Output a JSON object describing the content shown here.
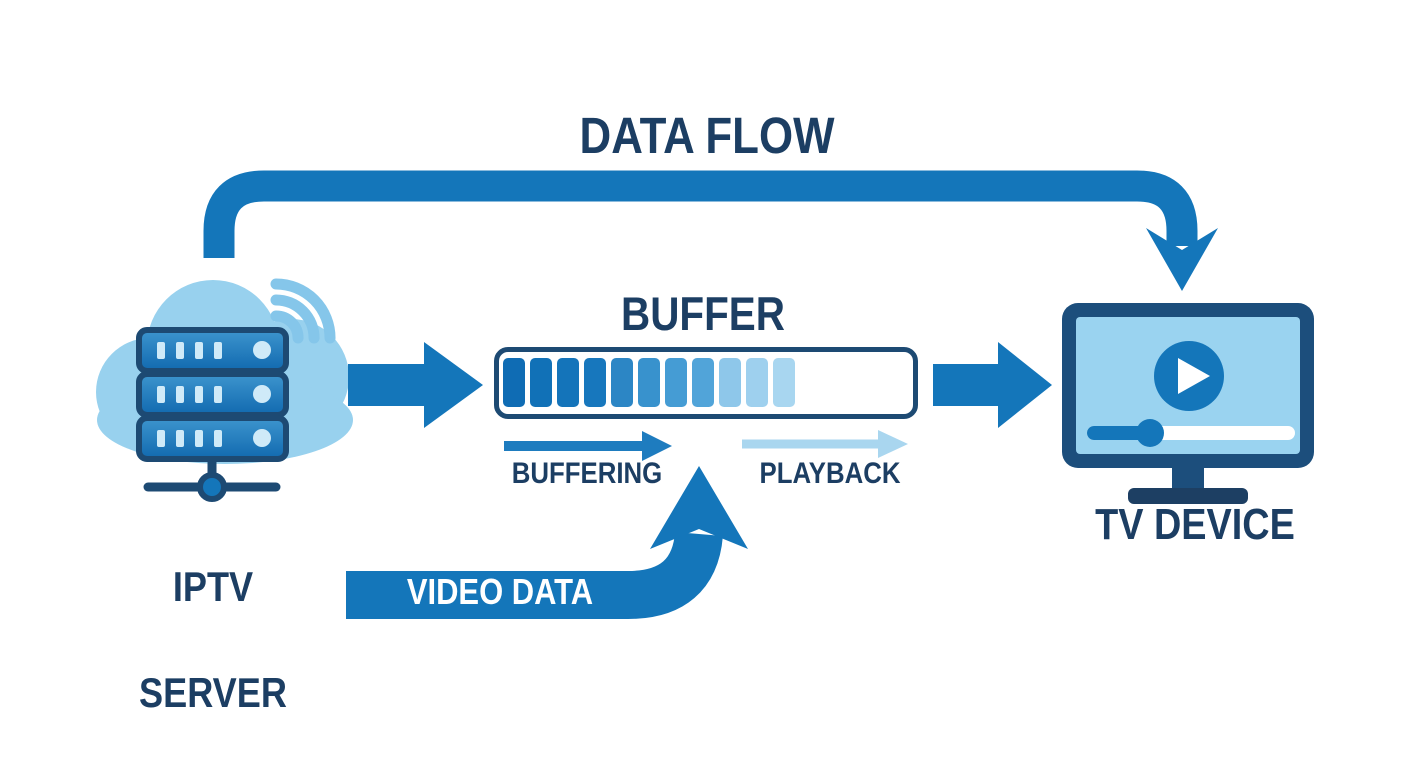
{
  "title": {
    "label": "DATA FLOW"
  },
  "iptv_server": {
    "label_line1": "IPTV",
    "label_line2": "SERVER"
  },
  "buffer": {
    "label": "BUFFER",
    "buffering_label": "BUFFERING",
    "playback_label": "PLAYBACK",
    "segment_count": 11,
    "segment_colors": [
      "#0F6CB4",
      "#1171B7",
      "#1474BA",
      "#1777BD",
      "#2C86C5",
      "#3892CD",
      "#459CD4",
      "#51A4D9",
      "#8EC7EA",
      "#9ED0EE",
      "#A8D6F0"
    ]
  },
  "video_data": {
    "label": "VIDEO DATA"
  },
  "tv_device": {
    "label": "TV DEVICE"
  },
  "colors": {
    "primary_blue": "#1476BA",
    "navy_text": "#1C3E63",
    "outline_navy": "#1D4A73",
    "cloud_blue": "#98D1EE",
    "wifi_blue": "#85C6EA",
    "screen_blue": "#9AD3F0",
    "playback_arrow_blue": "#A9D6EF",
    "buffering_arrow_blue": "#1E7CBF",
    "indicator_blue": "#CFEAF8",
    "tv_frame_navy": "#1C4E7C",
    "tv_base_navy": "#1D3F63",
    "background": "#FFFFFF"
  },
  "icons": {
    "cloud": "cloud-icon",
    "wifi": "wifi-signal-icon",
    "server": "server-rack-icon",
    "network_node": "network-node-icon",
    "data_flow_arrow": "arrow-curved-down-icon",
    "server_to_buffer": "arrow-right-icon",
    "buffer_to_tv": "arrow-right-icon",
    "buffering_arrow": "arrow-right-icon",
    "playback_arrow": "arrow-right-icon",
    "video_data_arrow": "arrow-up-icon",
    "play": "play-icon",
    "tv": "tv-monitor-icon",
    "seek": "seek-bar"
  }
}
